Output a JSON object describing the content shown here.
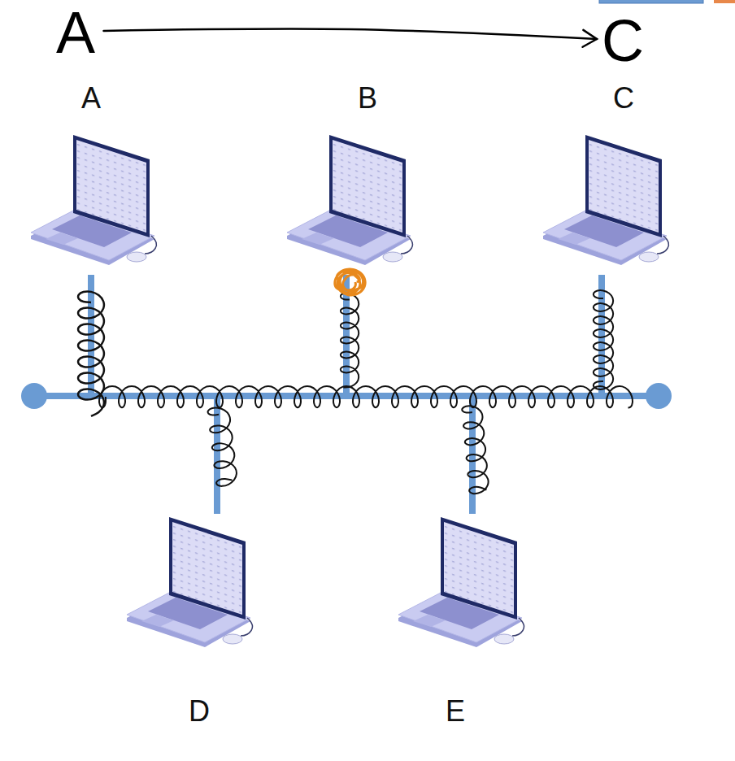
{
  "diagram": {
    "nodes": [
      {
        "text": [
          "A"
        ]
      },
      {
        "text": [
          "C"
        ]
      },
      {
        "text": [
          "A"
        ]
      },
      {
        "text": [
          "B"
        ]
      },
      {
        "text": [
          "C"
        ]
      },
      {
        "text": [
          "D"
        ]
      },
      {
        "text": [
          "E"
        ]
      }
    ],
    "edges": [
      {
        "from": 0,
        "to": 1,
        "arrow": "to"
      }
    ]
  }
}
